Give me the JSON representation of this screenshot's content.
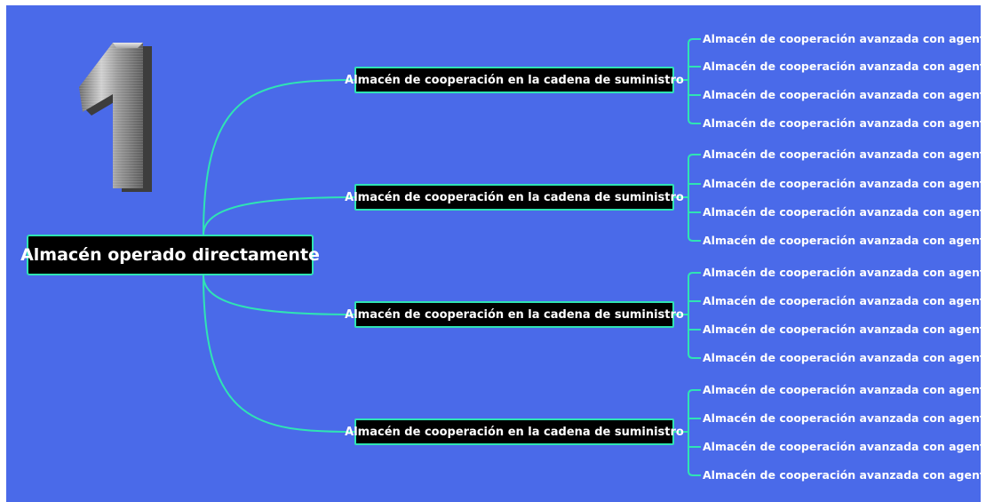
{
  "colors": {
    "background": "#4a6ae9",
    "connector": "#2fe4b4",
    "node_fill": "#000000",
    "text": "#ffffff"
  },
  "decoration": {
    "icon": "number-one-icon",
    "glyph": "1"
  },
  "root": {
    "label": "Almacén operado directamente"
  },
  "branches": [
    {
      "label": "Almacén de cooperación en la cadena de suministro",
      "leaves": [
        "Almacén de cooperación avanzada con agentes",
        "Almacén de cooperación avanzada con agentes",
        "Almacén de cooperación avanzada con agentes",
        "Almacén de cooperación avanzada con agentes"
      ]
    },
    {
      "label": "Almacén de cooperación en la cadena de suministro",
      "leaves": [
        "Almacén de cooperación avanzada con agentes",
        "Almacén de cooperación avanzada con agentes",
        "Almacén de cooperación avanzada con agentes",
        "Almacén de cooperación avanzada con agentes"
      ]
    },
    {
      "label": "Almacén de cooperación en la cadena de suministro",
      "leaves": [
        "Almacén de cooperación avanzada con agentes",
        "Almacén de cooperación avanzada con agentes",
        "Almacén de cooperación avanzada con agentes",
        "Almacén de cooperación avanzada con agentes"
      ]
    },
    {
      "label": "Almacén de cooperación en la cadena de suministro",
      "leaves": [
        "Almacén de cooperación avanzada con agentes",
        "Almacén de cooperación avanzada con agentes",
        "Almacén de cooperación avanzada con agentes",
        "Almacén de cooperación avanzada con agentes"
      ]
    }
  ]
}
